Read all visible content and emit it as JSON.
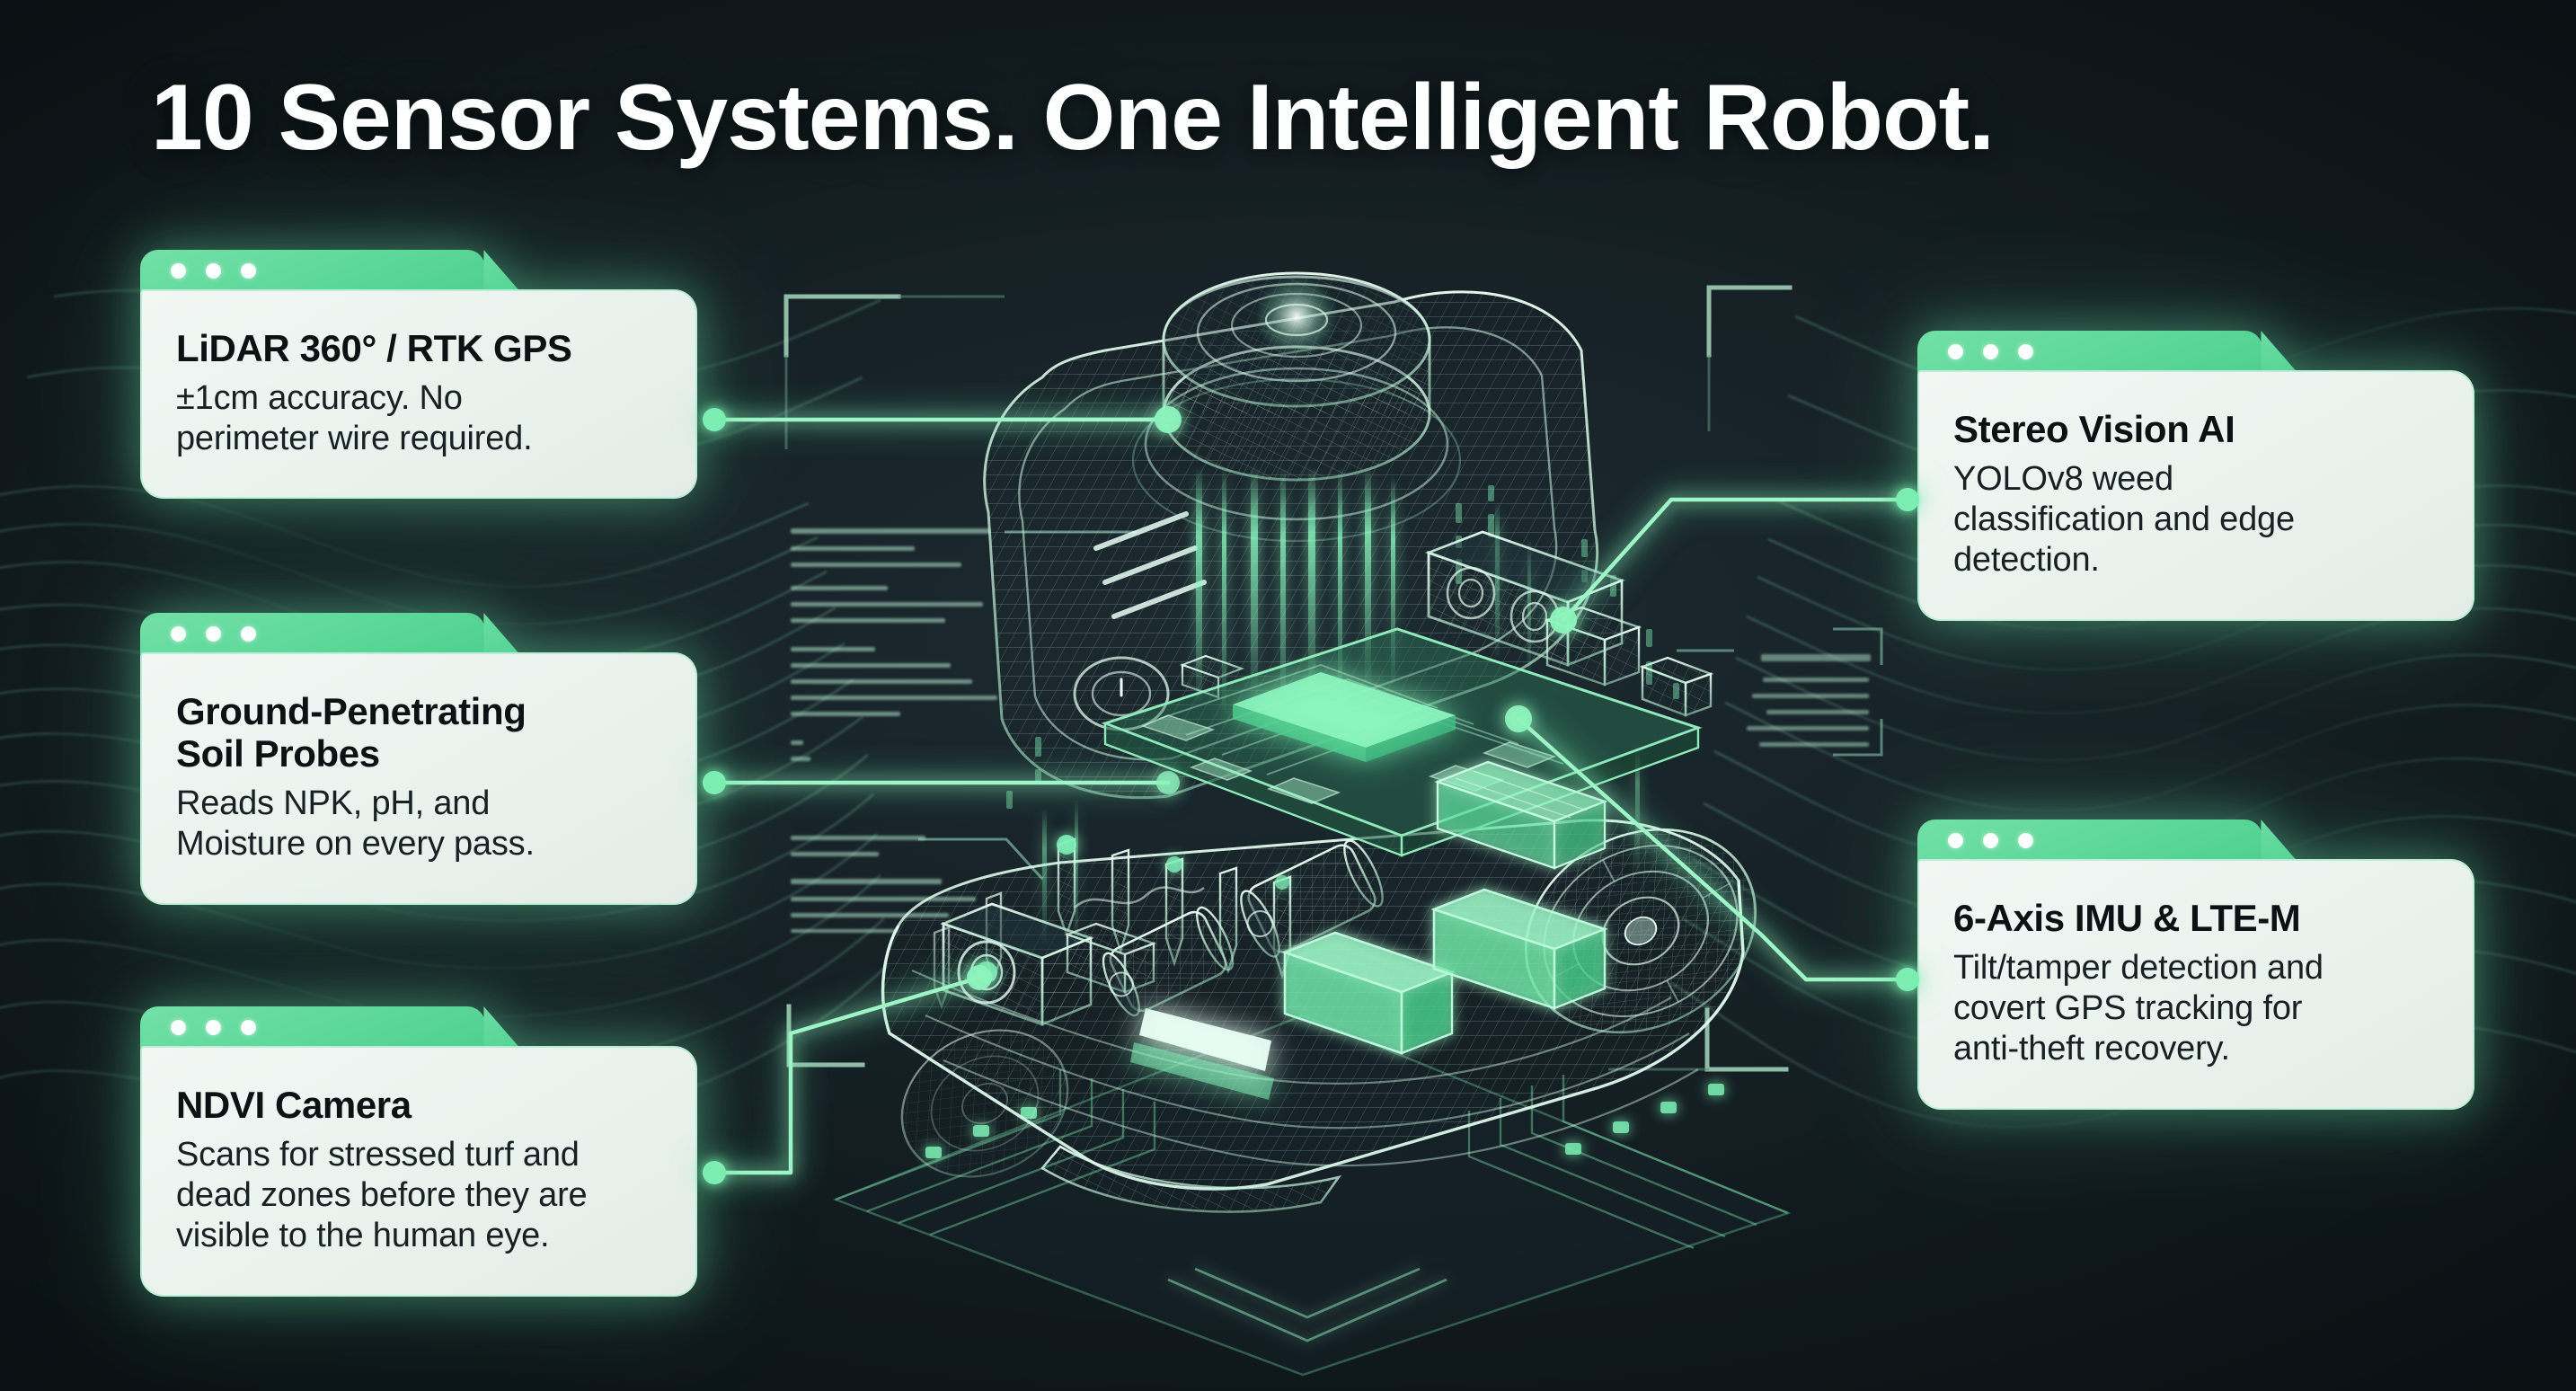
{
  "title": "10 Sensor Systems. One Intelligent Robot.",
  "theme": {
    "background_dark": "#141e22",
    "accent_green": "#5cd79a",
    "glow_green": "#7ceeb2",
    "card_surface": "#eaf2ee",
    "title_color": "#fdfefe",
    "body_text": "#172023"
  },
  "cards": [
    {
      "id": "lidar",
      "side": "left",
      "window_dots": [
        "dot",
        "dot",
        "dot"
      ],
      "title": "LiDAR 360° / RTK GPS",
      "desc": "±1cm accuracy. No\nperimeter wire required."
    },
    {
      "id": "soil",
      "side": "left",
      "window_dots": [
        "dot",
        "dot",
        "dot"
      ],
      "title": "Ground-Penetrating\nSoil Probes",
      "desc": "Reads NPK, pH, and\nMoisture on every pass."
    },
    {
      "id": "ndvi",
      "side": "left",
      "window_dots": [
        "dot",
        "dot",
        "dot"
      ],
      "title": "NDVI Camera",
      "desc": "Scans for stressed turf and\ndead zones before they are\nvisible to the human eye."
    },
    {
      "id": "stereo",
      "side": "right",
      "window_dots": [
        "dot",
        "dot",
        "dot"
      ],
      "title": "Stereo Vision AI",
      "desc": "YOLOv8 weed\nclassification and edge\ndetection."
    },
    {
      "id": "imu",
      "side": "right",
      "window_dots": [
        "dot",
        "dot",
        "dot"
      ],
      "title": "6-Axis IMU & LTE-M",
      "desc": "Tilt/tamper detection and\ncovert GPS tracking for\nanti-theft recovery."
    }
  ],
  "illustration": {
    "subject": "exploded-wireframe-robot-mower",
    "icon_names": [
      "lidar-dome-icon",
      "stereo-camera-module-icon",
      "pcb-mainboard-icon",
      "soil-probe-needles-icon",
      "battery-pack-icon",
      "drive-motor-icon",
      "ndvi-camera-icon",
      "headlight-strip-icon",
      "wheel-icon",
      "circuit-trace-base-icon"
    ],
    "hud_brackets": 4,
    "hud_text_blocks": 3
  }
}
